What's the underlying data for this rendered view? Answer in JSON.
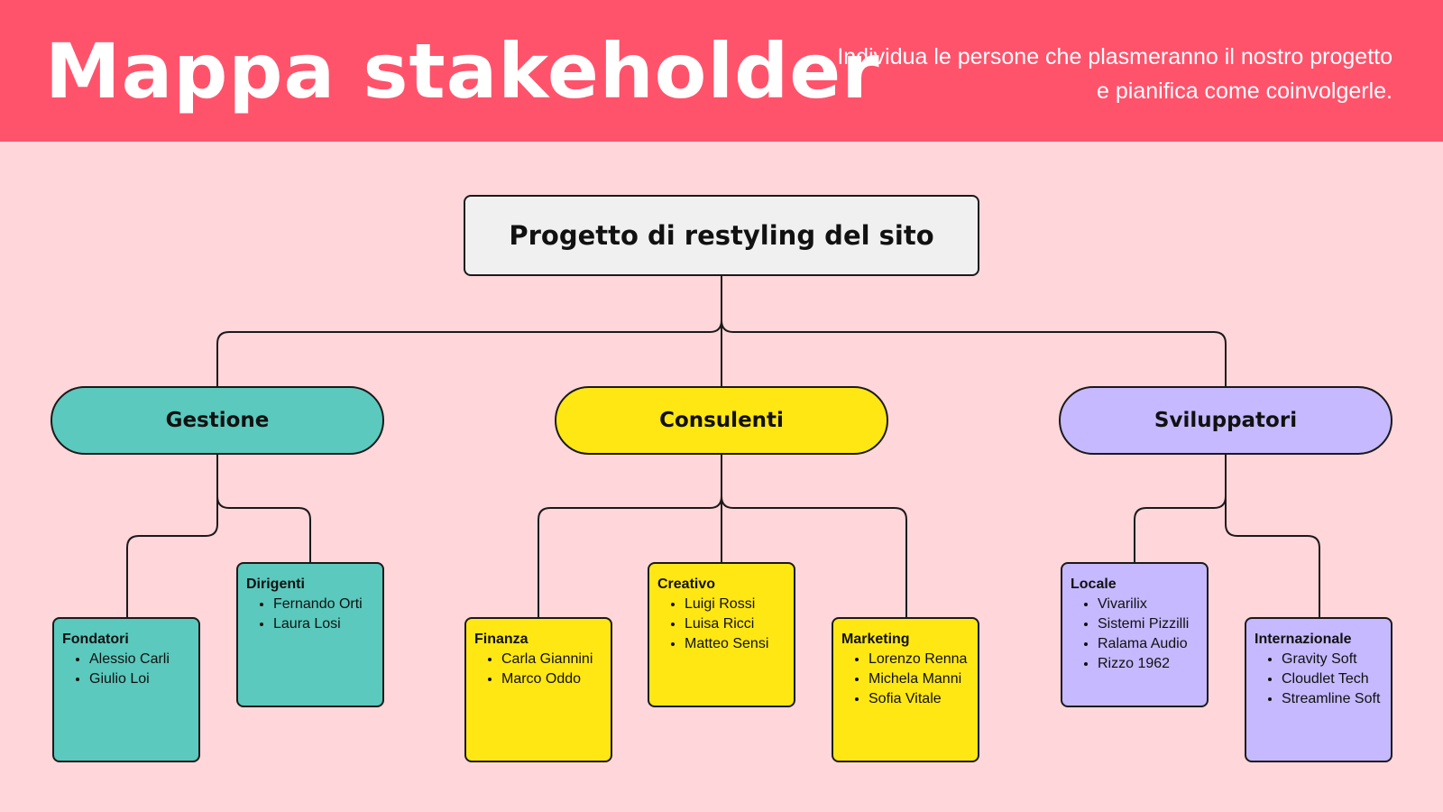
{
  "header": {
    "title": "Mappa stakeholder",
    "subtitle": "Individua le persone che plasmeranno il nostro progetto e pianifica come coinvolgerle."
  },
  "colors": {
    "header_bg": "#FF536C",
    "page_bg": "#FFD6DA",
    "root_bg": "#F0F0F0",
    "gestione": "#5BC9BD",
    "consulenti": "#FFE714",
    "sviluppatori": "#C6B9FF",
    "line": "#1A1A1A"
  },
  "diagram": {
    "root": "Progetto di restyling del sito",
    "groups": [
      {
        "name": "Gestione",
        "children": [
          {
            "title": "Fondatori",
            "items": [
              "Alessio Carli",
              "Giulio Loi"
            ]
          },
          {
            "title": "Dirigenti",
            "items": [
              "Fernando Orti",
              "Laura Losi"
            ]
          }
        ]
      },
      {
        "name": "Consulenti",
        "children": [
          {
            "title": "Finanza",
            "items": [
              "Carla Giannini",
              "Marco Oddo"
            ]
          },
          {
            "title": "Creativo",
            "items": [
              "Luigi Rossi",
              "Luisa Ricci",
              "Matteo Sensi"
            ]
          },
          {
            "title": "Marketing",
            "items": [
              "Lorenzo Renna",
              "Michela Manni",
              "Sofia Vitale"
            ]
          }
        ]
      },
      {
        "name": "Sviluppatori",
        "children": [
          {
            "title": "Locale",
            "items": [
              "Vivarilix",
              "Sistemi Pizzilli",
              "Ralama Audio",
              "Rizzo 1962"
            ]
          },
          {
            "title": "Internazionale",
            "items": [
              "Gravity Soft",
              "Cloudlet Tech",
              "Streamline Soft"
            ]
          }
        ]
      }
    ]
  }
}
